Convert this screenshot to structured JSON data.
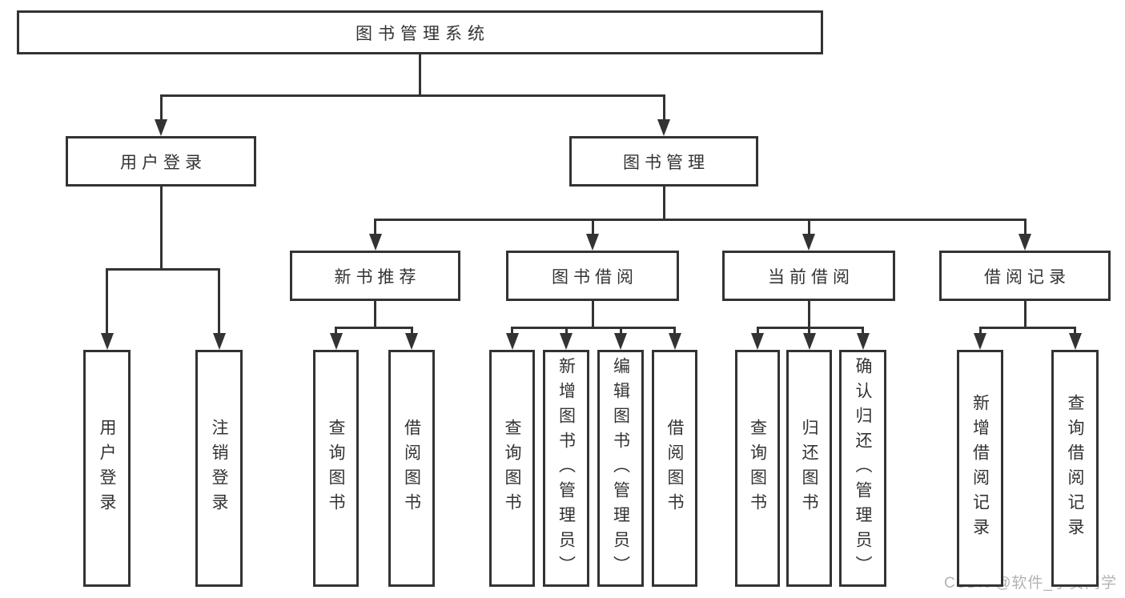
{
  "diagram": {
    "title": "图书管理系统",
    "nodes": [
      {
        "id": "root",
        "label": "图书管理系统",
        "parent": null,
        "text_direction": "horizontal",
        "level": 1
      },
      {
        "id": "user-login-module",
        "label": "用户登录",
        "parent": "root",
        "text_direction": "horizontal",
        "level": 2
      },
      {
        "id": "book-management-module",
        "label": "图书管理",
        "parent": "root",
        "text_direction": "horizontal",
        "level": 2
      },
      {
        "id": "new-book-recommend",
        "label": "新书推荐",
        "parent": "book-management-module",
        "text_direction": "horizontal",
        "level": 3
      },
      {
        "id": "book-borrowing",
        "label": "图书借阅",
        "parent": "book-management-module",
        "text_direction": "horizontal",
        "level": 3
      },
      {
        "id": "current-borrowing",
        "label": "当前借阅",
        "parent": "book-management-module",
        "text_direction": "horizontal",
        "level": 3
      },
      {
        "id": "borrowing-records",
        "label": "借阅记录",
        "parent": "book-management-module",
        "text_direction": "horizontal",
        "level": 3
      },
      {
        "id": "leaf-user-login",
        "label": "用户登录",
        "parent": "user-login-module",
        "text_direction": "vertical",
        "level": 4
      },
      {
        "id": "leaf-logout",
        "label": "注销登录",
        "parent": "user-login-module",
        "text_direction": "vertical",
        "level": 4
      },
      {
        "id": "leaf-query-book-1",
        "label": "查询图书",
        "parent": "new-book-recommend",
        "text_direction": "vertical",
        "level": 4
      },
      {
        "id": "leaf-borrow-book-1",
        "label": "借阅图书",
        "parent": "new-book-recommend",
        "text_direction": "vertical",
        "level": 4
      },
      {
        "id": "leaf-query-book-2",
        "label": "查询图书",
        "parent": "book-borrowing",
        "text_direction": "vertical",
        "level": 4
      },
      {
        "id": "leaf-add-book",
        "label": "新增图书（管理员）",
        "parent": "book-borrowing",
        "text_direction": "vertical",
        "level": 4
      },
      {
        "id": "leaf-edit-book",
        "label": "编辑图书（管理员）",
        "parent": "book-borrowing",
        "text_direction": "vertical",
        "level": 4
      },
      {
        "id": "leaf-borrow-book-2",
        "label": "借阅图书",
        "parent": "book-borrowing",
        "text_direction": "vertical",
        "level": 4
      },
      {
        "id": "leaf-query-book-3",
        "label": "查询图书",
        "parent": "current-borrowing",
        "text_direction": "vertical",
        "level": 4
      },
      {
        "id": "leaf-return-book",
        "label": "归还图书",
        "parent": "current-borrowing",
        "text_direction": "vertical",
        "level": 4
      },
      {
        "id": "leaf-confirm-return",
        "label": "确认归还（管理员）",
        "parent": "current-borrowing",
        "text_direction": "vertical",
        "level": 4
      },
      {
        "id": "leaf-add-borrow-record",
        "label": "新增借阅记录",
        "parent": "borrowing-records",
        "text_direction": "vertical",
        "level": 4
      },
      {
        "id": "leaf-query-borrow-record",
        "label": "查询借阅记录",
        "parent": "borrowing-records",
        "text_direction": "vertical",
        "level": 4
      }
    ]
  },
  "watermark": {
    "text": "CSDN @软件_小贺同学"
  },
  "colors": {
    "background": "#ffffff",
    "box_fill": "#ffffff",
    "border": "#333333",
    "line": "#333333",
    "text": "#333333",
    "watermark": "#b3b3b3"
  }
}
